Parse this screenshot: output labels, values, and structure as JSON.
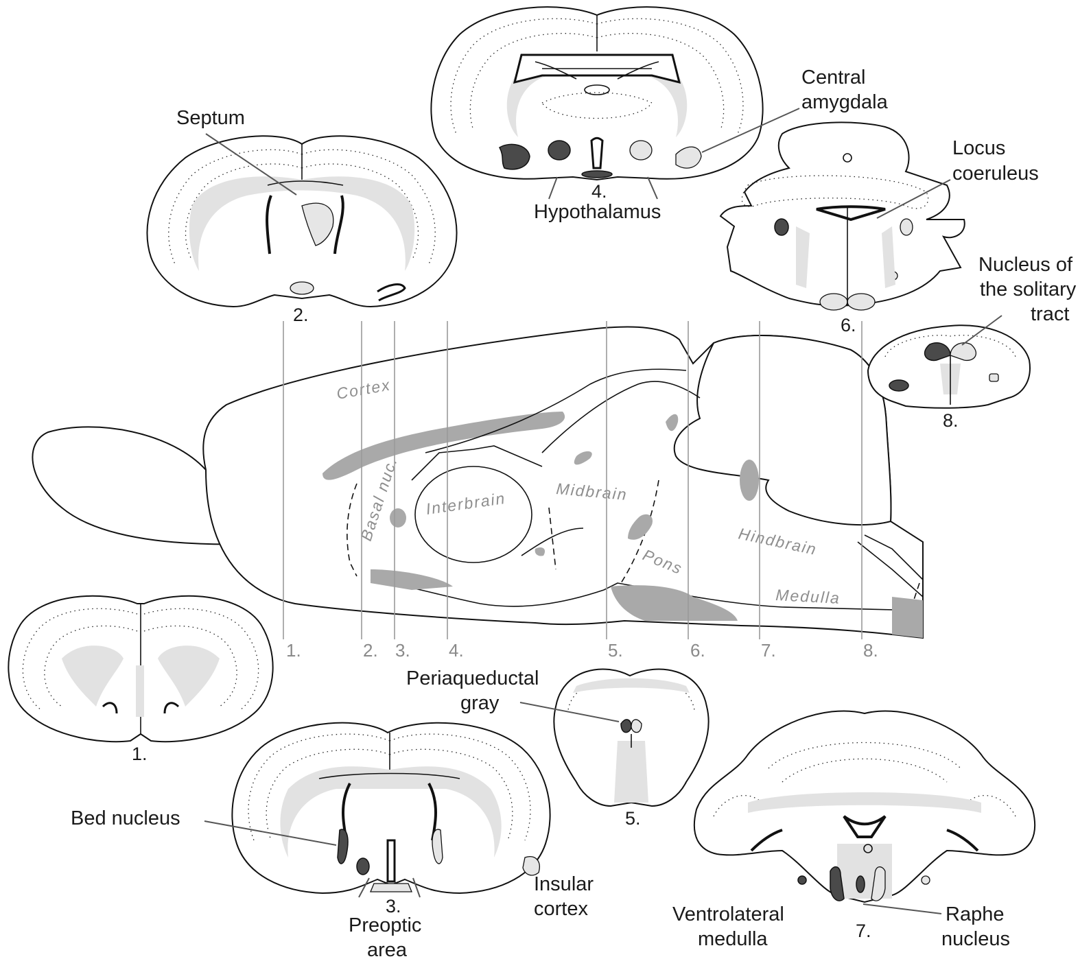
{
  "sagittal": {
    "regions": [
      "Cortex",
      "Basal nuc.",
      "Interbrain",
      "Midbrain",
      "Pons",
      "Hindbrain",
      "Medulla"
    ],
    "section_marks": [
      "1.",
      "2.",
      "3.",
      "4.",
      "5.",
      "6.",
      "7.",
      "8."
    ]
  },
  "sections": {
    "s1": "1.",
    "s2": "2.",
    "s3": "3.",
    "s4": "4.",
    "s5": "5.",
    "s6": "6.",
    "s7": "7.",
    "s8": "8."
  },
  "labels": {
    "septum": "Septum",
    "central_amygdala": [
      "Central",
      "amygdala"
    ],
    "hypothalamus": "Hypothalamus",
    "locus_coeruleus": [
      "Locus",
      "coeruleus"
    ],
    "nucleus_solitary": [
      "Nucleus of",
      "the solitary",
      "tract"
    ],
    "periaqueductal": [
      "Periaqueductal",
      "gray"
    ],
    "bed_nucleus": "Bed nucleus",
    "insular": [
      "Insular",
      "cortex"
    ],
    "preoptic": [
      "Preoptic",
      "area"
    ],
    "ventrolateral": [
      "Ventrolateral",
      "medulla"
    ],
    "raphe": [
      "Raphe",
      "nucleus"
    ]
  }
}
